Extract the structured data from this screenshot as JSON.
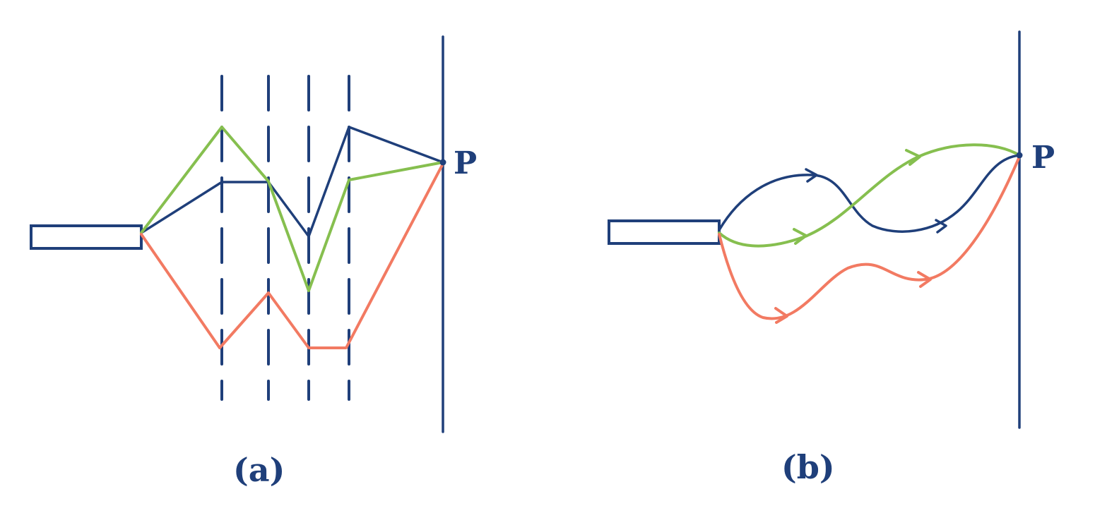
{
  "panel_a": {
    "caption": "(a)",
    "point_label": "P"
  },
  "panel_b": {
    "caption": "(b)",
    "point_label": "P"
  },
  "colors": {
    "screen": "#1f3f7a",
    "path_navy": "#1f3f7a",
    "path_green": "#86bf4f",
    "path_red": "#f27a62"
  }
}
